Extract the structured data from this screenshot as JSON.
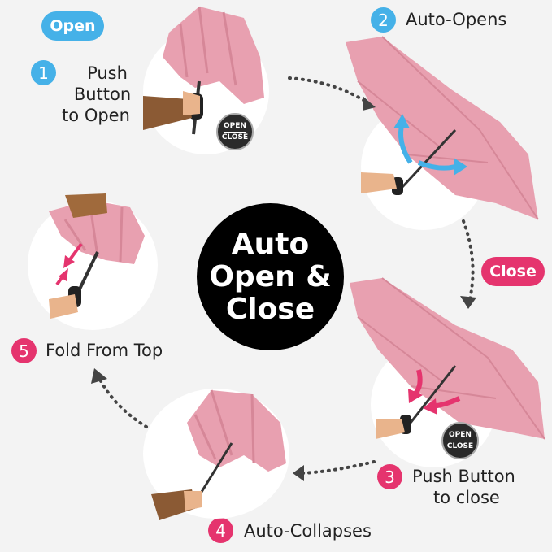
{
  "colors": {
    "open_blue": "#45b1e8",
    "close_pink": "#e5346e",
    "umbrella_pink": "#e8a0b0",
    "umbrella_shade": "#d68798",
    "center_black": "#000000"
  },
  "labels": {
    "open_badge": "Open",
    "close_badge": "Close"
  },
  "center": {
    "line1": "Auto",
    "line2": "Open &",
    "line3": "Close"
  },
  "steps": [
    {
      "number": "1",
      "line1": "Push",
      "line2": "Button",
      "line3": "to Open"
    },
    {
      "number": "2",
      "line1": "Auto-Opens"
    },
    {
      "number": "3",
      "line1": "Push Button",
      "line2": "to close"
    },
    {
      "number": "4",
      "line1": "Auto-Collapses"
    },
    {
      "number": "5",
      "line1": "Fold From Top"
    }
  ],
  "button_badge": {
    "top": "OPEN",
    "bottom": "CLOSE"
  },
  "icons": [
    "dotted-arrow-icon",
    "blue-arrow-icon",
    "pink-arrow-icon",
    "umbrella-image"
  ]
}
